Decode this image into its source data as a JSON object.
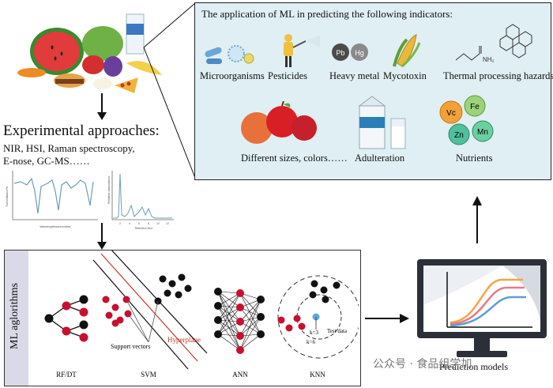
{
  "indicators_panel": {
    "title": "The application of ML in predicting the following indicators:",
    "items": [
      {
        "label": "Microorganisms",
        "icon": "microorganisms-icon"
      },
      {
        "label": "Pesticides",
        "icon": "sprayer-icon"
      },
      {
        "label": "Heavy metal",
        "icon": "heavy-metal-icon"
      },
      {
        "label": "Mycotoxin",
        "icon": "corn-icon"
      },
      {
        "label": "Thermal processing hazards",
        "icon": "molecule-icon"
      },
      {
        "label": "Different sizes, colors……",
        "icon": "fruits-icon"
      },
      {
        "label": "Adulteration",
        "icon": "milk-carton-icon"
      },
      {
        "label": "Nutrients",
        "icon": "nutrients-icon"
      }
    ],
    "heavy_metal_symbols": [
      "Pb",
      "Hg"
    ],
    "nutrient_symbols": [
      "Vc",
      "Fe",
      "Zn",
      "Mn"
    ],
    "molecule_label": "NH₂"
  },
  "experimental": {
    "title": "Experimental approaches:",
    "lines": [
      "NIR, HSI, Raman spectroscopy,",
      "E-nose, GC-MS……"
    ],
    "spectrum_ylabel": "Transmittance/%",
    "spectrum_xlabel": "Wavelength/wavenumber",
    "chromatogram_ylabel": "Relative abundance",
    "chromatogram_xlabel": "Retention time",
    "chromatogram_ticks": [
      "2",
      "4",
      "6",
      "8",
      "10",
      "12"
    ]
  },
  "algorithms": {
    "side_label": "ML aglorithms",
    "names": [
      "RF/DT",
      "SVM",
      "ANN",
      "KNN"
    ],
    "svm_support_vectors": "Support vectors",
    "svm_hyperplane": "Hyperplane",
    "knn_k3": "k=3",
    "knn_k6": "k=6",
    "knn_test": "Test data"
  },
  "prediction": {
    "label": "Prediction models"
  },
  "watermark": "公众号 · 食品组学加",
  "colors": {
    "panel_bg": "#e0eff3",
    "red": "#c8102e",
    "black": "#111111",
    "line_orange": "#f5a34a",
    "line_pink": "#e77a8c",
    "line_blue": "#5a9fd4",
    "hyperplane_red": "#c0392b"
  }
}
